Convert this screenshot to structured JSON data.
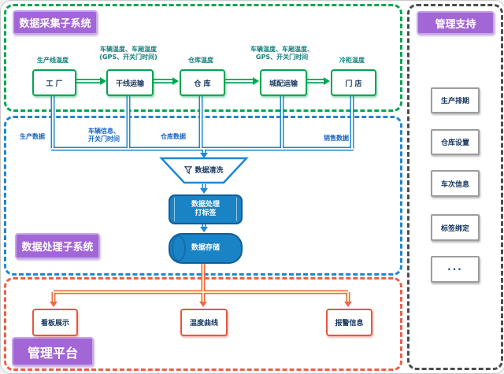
{
  "collection": {
    "label": "数据采集子系统",
    "nodes": [
      {
        "title": "工 厂",
        "note1": "生产线温度"
      },
      {
        "title": "干线运输",
        "note1": "车辆温度、车厢温度",
        "note2": "(GPS、开关门时间)"
      },
      {
        "title": "仓 库",
        "note1": "仓库温度"
      },
      {
        "title": "城配运输",
        "note1": "车辆温度、车厢温度、",
        "note2": "GPS、开关门时间"
      },
      {
        "title": "门 店",
        "note1": "冷柜温度"
      }
    ]
  },
  "processing": {
    "label": "数据处理子系统",
    "bus_labels": [
      {
        "line1": "生产数据"
      },
      {
        "line1": "车辆信息、",
        "line2": "开关门时间"
      },
      {
        "line1": "仓库数据"
      },
      {
        "line1": "销售数据"
      }
    ],
    "funnel_label": "数据清洗",
    "process_line1": "数据处理",
    "process_line2": "打标签",
    "storage_label": "数据存储"
  },
  "platform": {
    "label": "管理平台",
    "nodes": [
      {
        "title": "看板展示"
      },
      {
        "title": "温度曲线"
      },
      {
        "title": "报警信息"
      }
    ]
  },
  "support": {
    "label": "管理支持",
    "items": [
      {
        "title": "生产排期"
      },
      {
        "title": "仓库设置"
      },
      {
        "title": "车次信息"
      },
      {
        "title": "标签绑定"
      },
      {
        "title": "···"
      }
    ]
  },
  "colors": {
    "collection_green": "#00a651",
    "processing_blue": "#1e88d2",
    "platform_red": "#e8553f",
    "arrow_orange": "#ed6a45",
    "label_purple": "#a266d6",
    "shape_fill_blue": "#1a83c5",
    "support_grey": "#4d4d4d"
  }
}
